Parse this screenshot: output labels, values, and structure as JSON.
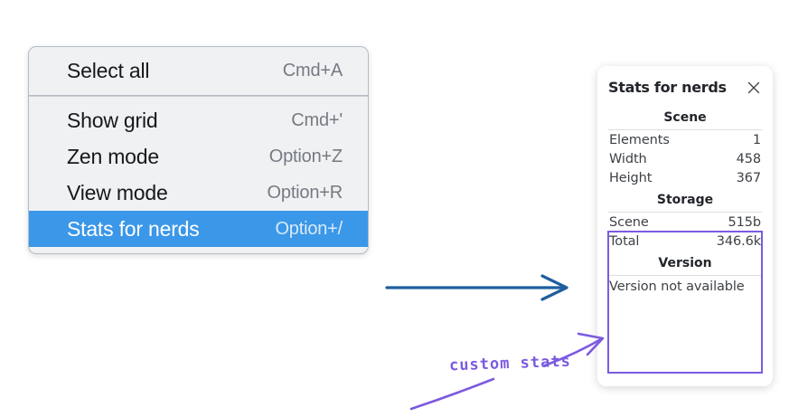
{
  "context_menu": {
    "groups": [
      {
        "items": [
          {
            "label": "Select all",
            "shortcut": "Cmd+A",
            "selected": false
          }
        ]
      },
      {
        "items": [
          {
            "label": "Show grid",
            "shortcut": "Cmd+'",
            "selected": false
          },
          {
            "label": "Zen mode",
            "shortcut": "Option+Z",
            "selected": false
          },
          {
            "label": "View mode",
            "shortcut": "Option+R",
            "selected": false
          },
          {
            "label": "Stats for nerds",
            "shortcut": "Option+/",
            "selected": true
          }
        ]
      }
    ],
    "highlight_color": "#3b97e8"
  },
  "stats_panel": {
    "title": "Stats for nerds",
    "close_icon": "close-icon",
    "scene": {
      "heading": "Scene",
      "rows": [
        {
          "key": "Elements",
          "value": "1"
        },
        {
          "key": "Width",
          "value": "458"
        },
        {
          "key": "Height",
          "value": "367"
        }
      ]
    },
    "storage": {
      "heading": "Storage",
      "rows": [
        {
          "key": "Scene",
          "value": "515b"
        },
        {
          "key": "Total",
          "value": "346.6k"
        }
      ]
    },
    "version": {
      "heading": "Version",
      "note": "Version not available"
    },
    "highlight_border_color": "#7c5ae0"
  },
  "annotations": {
    "custom_stats_label": "custom stats",
    "annotation_color": "#7c5ae0",
    "flow_arrow_color": "#1f5f9e"
  }
}
